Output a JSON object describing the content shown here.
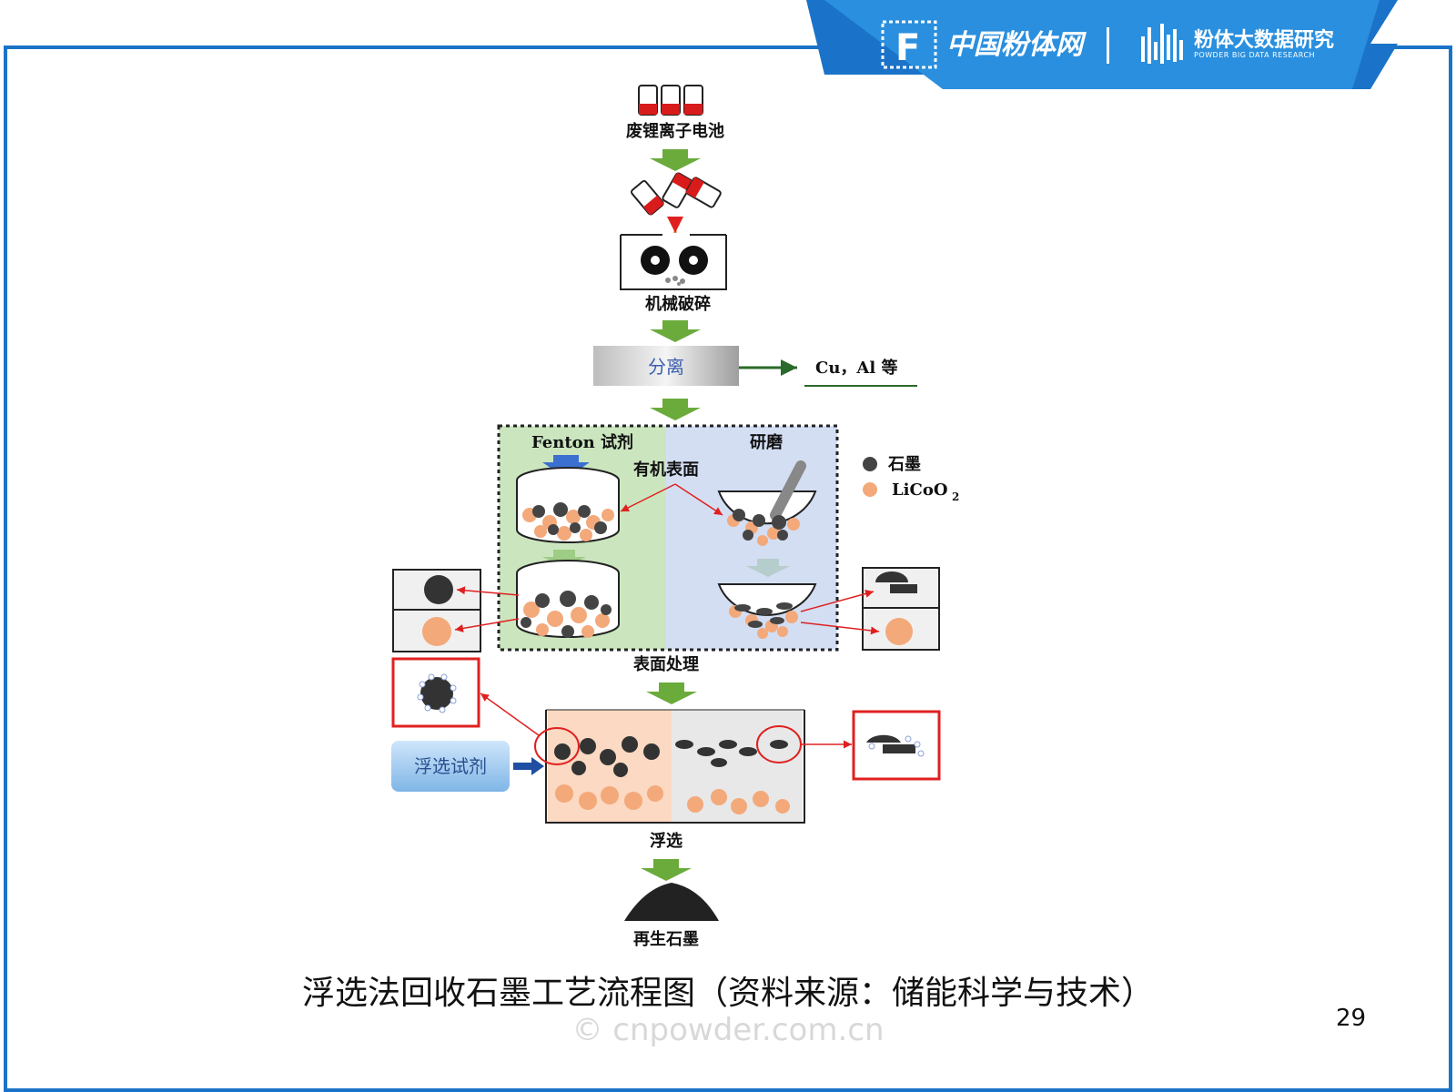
{
  "header": {
    "brand_left": "中国粉体网",
    "brand_right": "粉体大数据研究",
    "brand_right_sub": "POWDER BIG DATA RESEARCH",
    "logo_letter": "F",
    "color_primary": "#1a73c8"
  },
  "diagram": {
    "step_battery": "废锂离子电池",
    "step_crush": "机械破碎",
    "step_separate": "分离",
    "separate_output": "Cu，Al 等",
    "fenton": "Fenton 试剂",
    "grind": "研磨",
    "organic_surface": "有机表面",
    "surface_treatment": "表面处理",
    "flotation_reagent": "浮选试剂",
    "flotation": "浮选",
    "regen_graphite": "再生石墨",
    "legend": {
      "graphite": "石墨",
      "licoo2": "LiCoO",
      "licoo2_sub": "2",
      "graphite_color": "#444444",
      "licoo2_color": "#f3a97a"
    }
  },
  "caption": "浮选法回收石墨工艺流程图（资料来源：储能科学与技术）",
  "page_number": "29",
  "watermark": "© cnpowder.com.cn"
}
